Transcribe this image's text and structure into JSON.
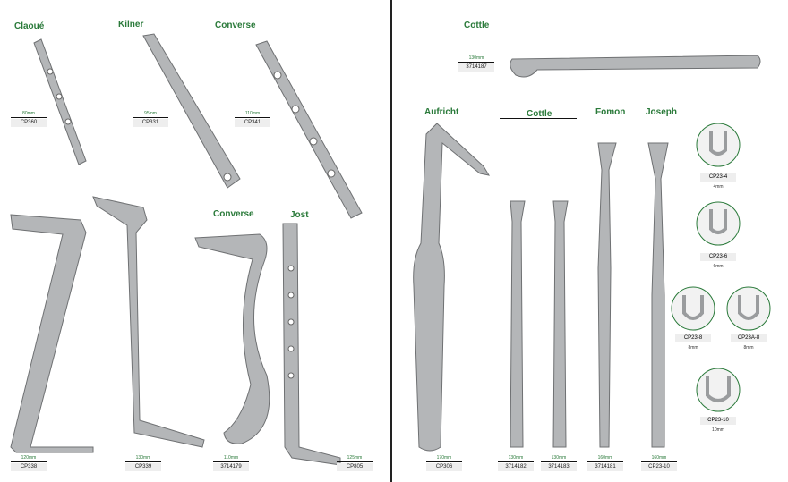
{
  "left": {
    "titles": [
      "Claoué",
      "Kilner",
      "Converse",
      "Converse",
      "Jost"
    ],
    "items": [
      {
        "size": "80mm",
        "code": "CP360"
      },
      {
        "size": "95mm",
        "code": "CP331"
      },
      {
        "size": "110mm",
        "code": "CP341"
      },
      {
        "size": "120mm",
        "code": "CP338"
      },
      {
        "size": "130mm",
        "code": "CP339"
      },
      {
        "size": "110mm",
        "code": "3714179"
      },
      {
        "size": "125mm",
        "code": "CP805"
      }
    ]
  },
  "right": {
    "titles": [
      "Cottle",
      "Aufricht",
      "Cottle",
      "Fomon",
      "Joseph"
    ],
    "items": [
      {
        "size": "130mm",
        "code": "3714187"
      },
      {
        "size": "170mm",
        "code": "CP306"
      },
      {
        "size": "130mm",
        "code": "3714182"
      },
      {
        "size": "130mm",
        "code": "3714183"
      },
      {
        "size": "160mm",
        "code": "3714181"
      },
      {
        "size": "160mm",
        "code": "CP23-10"
      }
    ],
    "tips": [
      {
        "code": "CP23-4",
        "size": "4mm"
      },
      {
        "code": "CP23-6",
        "size": "6mm"
      },
      {
        "code": "CP23-8",
        "size": "8mm"
      },
      {
        "code": "CP23A-8",
        "size": "8mm"
      },
      {
        "code": "CP23-10",
        "size": "10mm"
      }
    ]
  },
  "colors": {
    "accent": "#2a7a3a",
    "steel": "#a9abad"
  }
}
